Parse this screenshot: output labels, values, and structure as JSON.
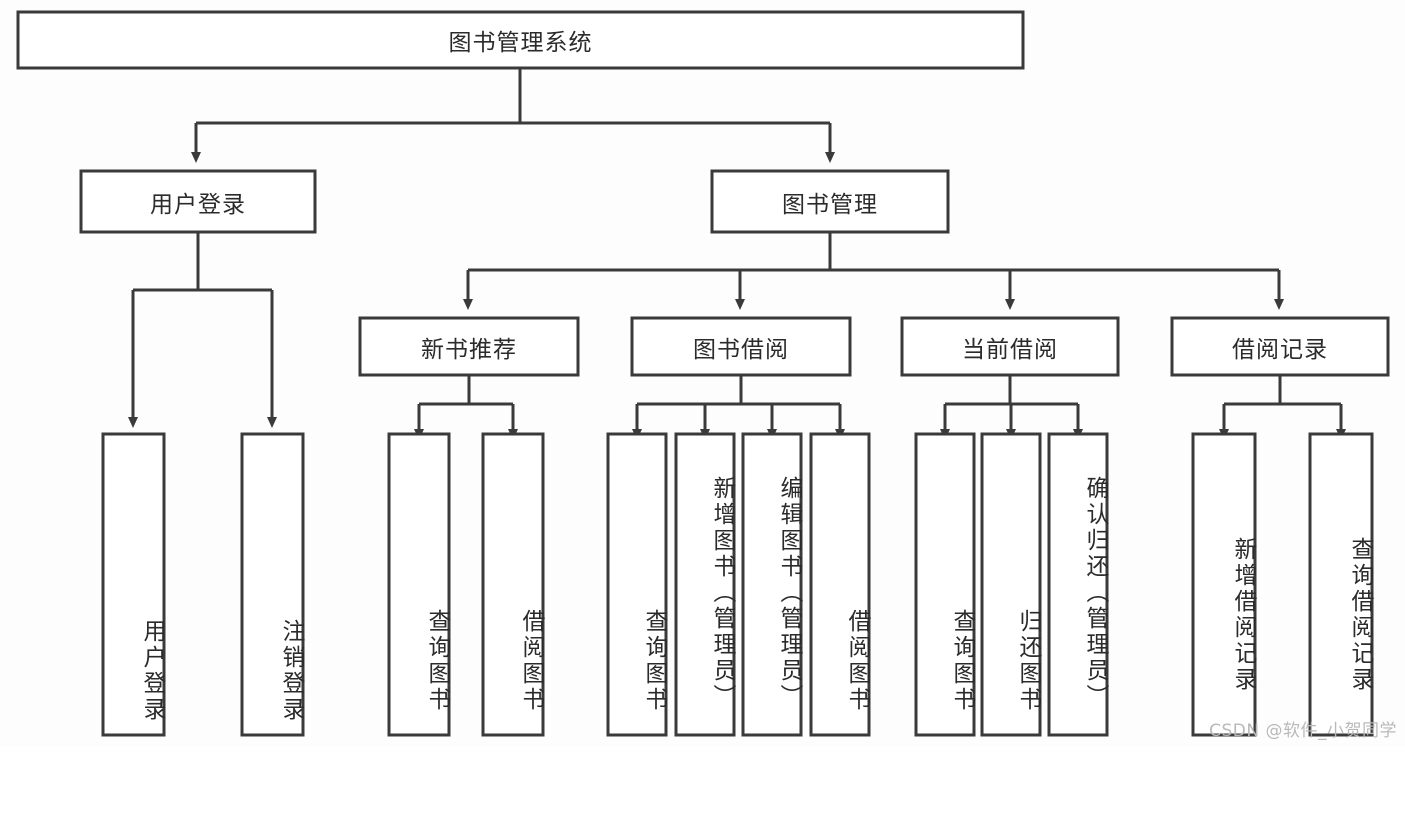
{
  "diagram": {
    "title": "图书管理系统",
    "type": "hierarchy-tree",
    "watermark": "CSDN @软件_小贺同学",
    "colors": {
      "stroke": "#3a3a3a",
      "box_fill": "#ffffff",
      "text": "#2b2b2b",
      "background": "#fdfdfd",
      "watermark": "#b9b9b9"
    },
    "root": {
      "label": "图书管理系统"
    },
    "level2": [
      {
        "label": "用户登录"
      },
      {
        "label": "图书管理"
      }
    ],
    "level3": [
      {
        "label": "新书推荐"
      },
      {
        "label": "图书借阅"
      },
      {
        "label": "当前借阅"
      },
      {
        "label": "借阅记录"
      }
    ],
    "leaves": {
      "user_login": [
        {
          "label": "用户登录"
        },
        {
          "label": "注销登录"
        }
      ],
      "new_book_recommend": [
        {
          "label": "查询图书"
        },
        {
          "label": "借阅图书"
        }
      ],
      "book_borrow": [
        {
          "label": "查询图书"
        },
        {
          "label": "新增图书（管理员）"
        },
        {
          "label": "编辑图书（管理员）"
        },
        {
          "label": "借阅图书"
        }
      ],
      "current_borrow": [
        {
          "label": "查询图书"
        },
        {
          "label": "归还图书"
        },
        {
          "label": "确认归还（管理员）"
        }
      ],
      "borrow_record": [
        {
          "label": "新增借阅记录"
        },
        {
          "label": "查询借阅记录"
        }
      ]
    }
  }
}
